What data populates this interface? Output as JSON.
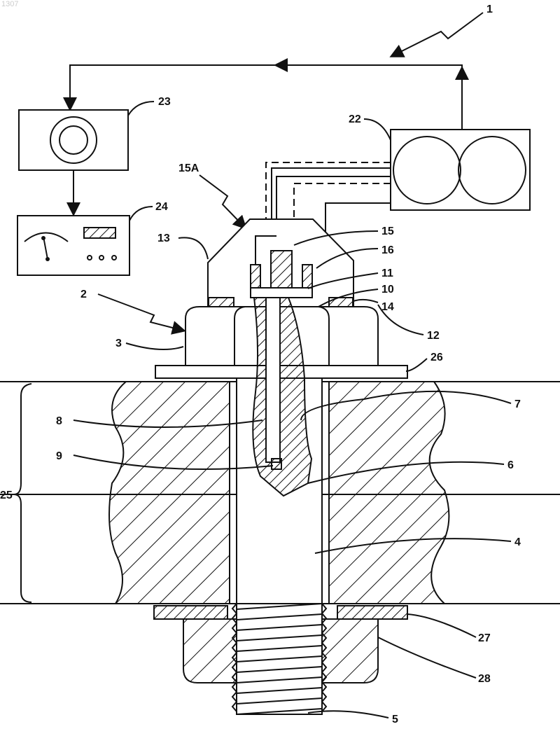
{
  "sheet_number": "1307",
  "labels": {
    "l1": "1",
    "l2": "2",
    "l3": "3",
    "l4": "4",
    "l5": "5",
    "l6": "6",
    "l7": "7",
    "l8": "8",
    "l9": "9",
    "l10": "10",
    "l11": "11",
    "l12": "12",
    "l13": "13",
    "l14": "14",
    "l15": "15",
    "l15a": "15A",
    "l16": "16",
    "l22": "22",
    "l23": "23",
    "l24": "24",
    "l25": "25",
    "l26": "26",
    "l27": "27",
    "l28": "28"
  }
}
